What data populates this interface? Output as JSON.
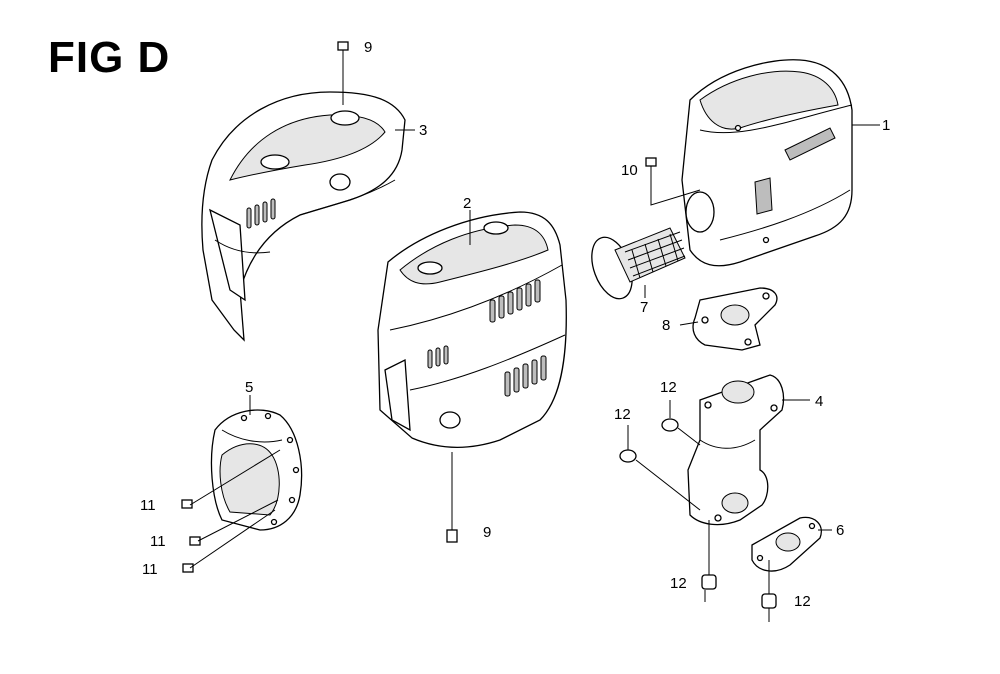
{
  "figure": {
    "title": "FIG D",
    "callouts": [
      {
        "id": "c1",
        "label": "1"
      },
      {
        "id": "c2",
        "label": "2"
      },
      {
        "id": "c3",
        "label": "3"
      },
      {
        "id": "c4",
        "label": "4"
      },
      {
        "id": "c5",
        "label": "5"
      },
      {
        "id": "c6",
        "label": "6"
      },
      {
        "id": "c7",
        "label": "7"
      },
      {
        "id": "c8",
        "label": "8"
      },
      {
        "id": "c9a",
        "label": "9"
      },
      {
        "id": "c9b",
        "label": "9"
      },
      {
        "id": "c10",
        "label": "10"
      },
      {
        "id": "c11a",
        "label": "11"
      },
      {
        "id": "c11b",
        "label": "11"
      },
      {
        "id": "c11c",
        "label": "11"
      },
      {
        "id": "c12a",
        "label": "12"
      },
      {
        "id": "c12b",
        "label": "12"
      },
      {
        "id": "c12c",
        "label": "12"
      },
      {
        "id": "c12d",
        "label": "12"
      }
    ]
  }
}
